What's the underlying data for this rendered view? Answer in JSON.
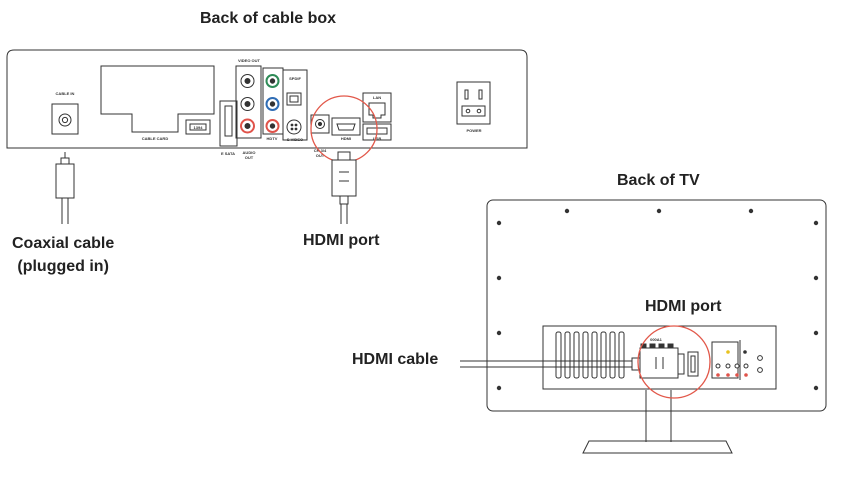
{
  "titles": {
    "box": "Back of cable box",
    "tv": "Back of TV"
  },
  "callouts": {
    "coax_line1": "Coaxial cable",
    "coax_line2": "(plugged in)",
    "hdmi_port_box": "HDMI port",
    "hdmi_port_tv": "HDMI port",
    "hdmi_cable": "HDMI cable"
  },
  "port_labels": {
    "cable_in": "CABLE IN",
    "cable_card": "CABLE CARD",
    "ieee": "1394",
    "esata": "E SATA",
    "video_out": "VIDEO OUT",
    "audio_out_1": "AUDIO",
    "audio_out_2": "OUT",
    "hdtv": "HDTV",
    "spdif": "SPDIF",
    "svideo": "S VIDEO",
    "ch34_1": "CH 3/4",
    "ch34_2": "OUT",
    "hdmi": "HDMI",
    "lan": "LAN",
    "usb": "USB",
    "power": "POWER",
    "tv_input": "000A1"
  },
  "colors": {
    "line": "#333333",
    "highlight": "#e2584a",
    "green_port": "#2e8b57",
    "blue_port": "#2f6db5",
    "red_port": "#e0534a",
    "yellow_port": "#e8c21e"
  }
}
